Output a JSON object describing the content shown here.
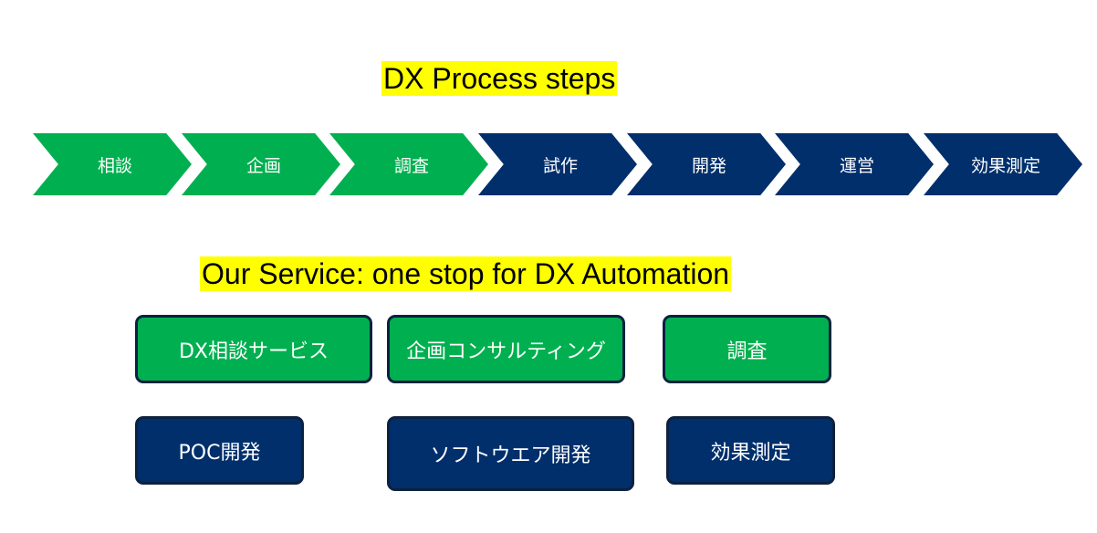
{
  "process": {
    "title": "DX Process steps",
    "steps": [
      {
        "label": "相談",
        "color": "#00b050"
      },
      {
        "label": "企画",
        "color": "#00b050"
      },
      {
        "label": "調査",
        "color": "#00b050"
      },
      {
        "label": "試作",
        "color": "#002f6c"
      },
      {
        "label": "開発",
        "color": "#002f6c"
      },
      {
        "label": "運営",
        "color": "#002f6c"
      },
      {
        "label": "効果測定",
        "color": "#002f6c"
      }
    ]
  },
  "service": {
    "title": "Our Service: one stop for DX Automation",
    "items": [
      {
        "label": "DX相談サービス",
        "color": "#00b050"
      },
      {
        "label": "企画コンサルティング",
        "color": "#00b050"
      },
      {
        "label": "調査",
        "color": "#00b050"
      },
      {
        "label": "POC開発",
        "color": "#002f6c"
      },
      {
        "label": "ソフトウエア開発",
        "color": "#002f6c"
      },
      {
        "label": "効果測定",
        "color": "#002f6c"
      }
    ]
  },
  "colors": {
    "highlight": "#ffff00",
    "green": "#00b050",
    "navy": "#002f6c",
    "border": "#0d2140"
  }
}
